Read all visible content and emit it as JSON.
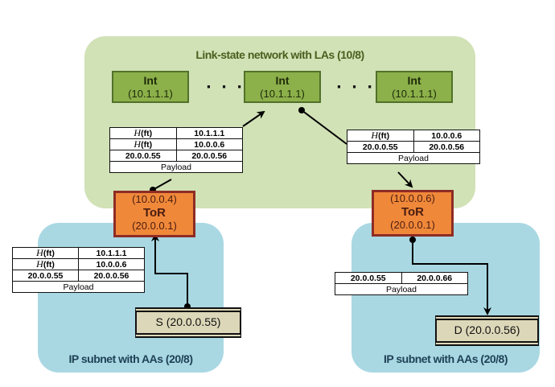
{
  "regions": {
    "link_state": {
      "title": "Link-state network with LAs (10/8)",
      "color": "#d1e2b6"
    },
    "subnet_left": {
      "title": "IP subnet with AAs (20/8)",
      "color": "#a9d8e3"
    },
    "subnet_right": {
      "title": "IP subnet with AAs (20/8)",
      "color": "#a9d8e3"
    }
  },
  "intermediates": [
    {
      "label": "Int",
      "address": "(10.1.1.1)"
    },
    {
      "label": "Int",
      "address": "(10.1.1.1)"
    },
    {
      "label": "Int",
      "address": "(10.1.1.1)"
    }
  ],
  "ellipsis": "· · ·",
  "tors": {
    "left": {
      "label": "ToR",
      "la": "(10.0.0.4)",
      "aa": "(20.0.0.1)"
    },
    "right": {
      "label": "ToR",
      "la": "(10.0.0.6)",
      "aa": "(20.0.0.1)"
    }
  },
  "hosts": {
    "source": {
      "label": "S (20.0.0.55)"
    },
    "dest": {
      "label": "D (20.0.0.56)"
    }
  },
  "packets": {
    "source_out": {
      "rows": [
        {
          "h": "H",
          "hsuffix": "(ft)",
          "v": "10.1.1.1"
        },
        {
          "h": "H",
          "hsuffix": "(ft)",
          "v": "10.0.0.6"
        },
        {
          "src": "20.0.0.55",
          "dst": "20.0.0.56"
        }
      ],
      "payload": "Payload"
    },
    "tor_to_int": {
      "rows": [
        {
          "h": "H",
          "hsuffix": "(ft)",
          "v": "10.1.1.1"
        },
        {
          "h": "H",
          "hsuffix": "(ft)",
          "v": "10.0.0.6"
        },
        {
          "src": "20.0.0.55",
          "dst": "20.0.0.56"
        }
      ],
      "payload": "Payload"
    },
    "int_to_tor": {
      "rows": [
        {
          "h": "H",
          "hsuffix": "(ft)",
          "v": "10.0.0.6"
        },
        {
          "src": "20.0.0.55",
          "dst": "20.0.0.56"
        }
      ],
      "payload": "Payload"
    },
    "tor_to_dest": {
      "rows": [
        {
          "src": "20.0.0.55",
          "dst": "20.0.0.66"
        }
      ],
      "payload": "Payload"
    }
  }
}
